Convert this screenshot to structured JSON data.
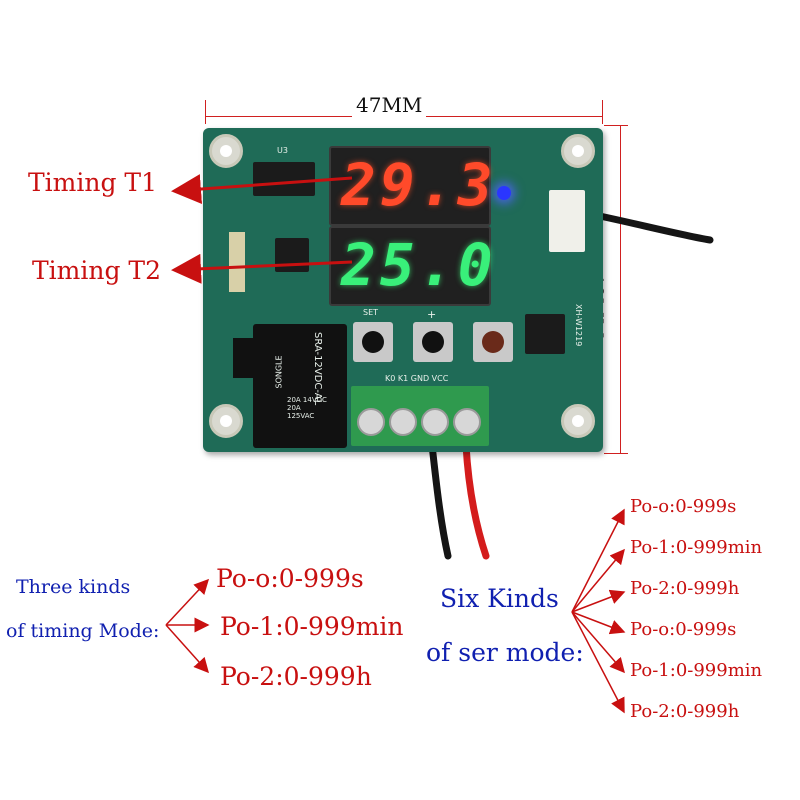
{
  "dimensions": {
    "width_label": "47MM",
    "height_label": "40MM"
  },
  "displays": {
    "t1_reading": "29.3",
    "t2_reading": "25.0"
  },
  "board": {
    "button_set": "SET",
    "button_plus": "+",
    "terminal_labels": "K0 K1 GND VCC",
    "relay_model": "SRA-12VDC-AL",
    "relay_brand": "SONGLE",
    "relay_ratings": "20A 14VDC 20A 125VAC",
    "board_model": "XH-W1219",
    "chip_label": "U3"
  },
  "callouts": {
    "timing_t1": "Timing T1",
    "timing_t2": "Timing T2"
  },
  "three_kinds": {
    "caption_line1": "Three kinds",
    "caption_line2": "of timing Mode:",
    "items": [
      "Po-o:0-999s",
      "Po-1:0-999min",
      "Po-2:0-999h"
    ]
  },
  "six_kinds": {
    "caption_line1": "Six Kinds",
    "caption_line2": "of ser mode:",
    "items": [
      "Po-o:0-999s",
      "Po-1:0-999min",
      "Po-2:0-999h",
      "Po-o:0-999s",
      "Po-1:0-999min",
      "Po-2:0-999h"
    ]
  },
  "colors": {
    "annotation_red": "#c81010",
    "caption_blue": "#1020b0",
    "pcb_green": "#1f6b57",
    "display_red": "#ff4a2a",
    "display_green": "#39f07a"
  }
}
